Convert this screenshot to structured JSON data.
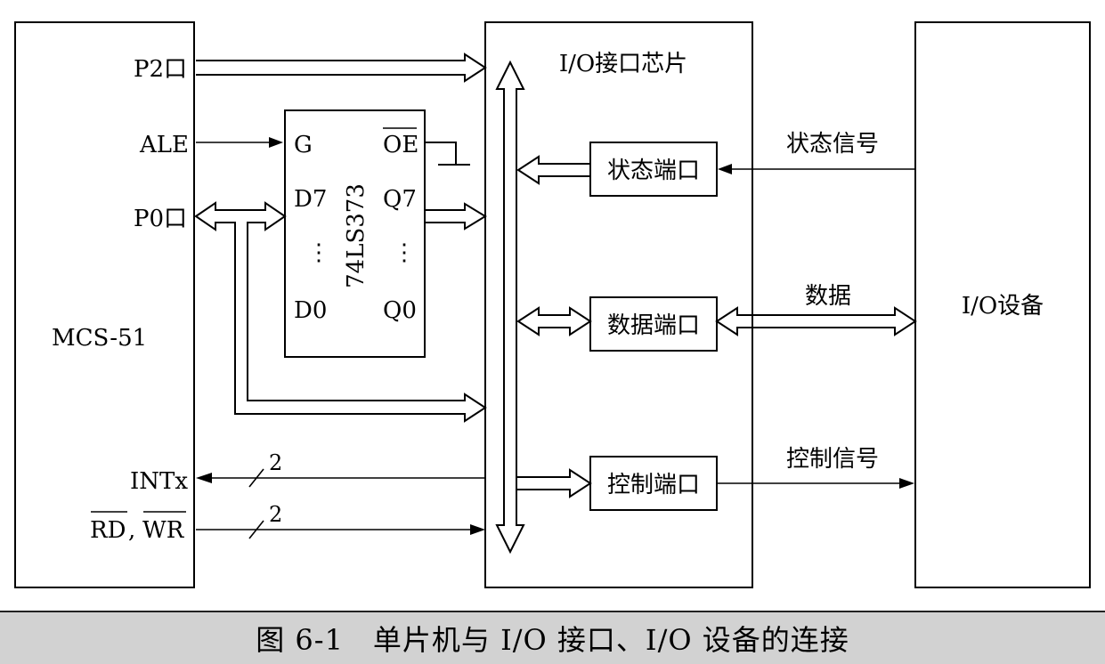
{
  "diagram": {
    "mcu": {
      "label": "MCS-51",
      "p2": "P2口",
      "ale": "ALE",
      "p0": "P0口",
      "intx": "INTx",
      "rd": "RD",
      "comma": ",",
      "wr": "WR"
    },
    "latch": {
      "chip": "74LS373",
      "g": "G",
      "oe": "OE",
      "d7": "D7",
      "q7": "Q7",
      "d0": "D0",
      "q0": "Q0",
      "dots": "⋮"
    },
    "interface": {
      "title": "I/O接口芯片",
      "status_port": "状态端口",
      "data_port": "数据端口",
      "control_port": "控制端口"
    },
    "device": {
      "label": "I/O设备"
    },
    "signals": {
      "status": "状态信号",
      "data": "数据",
      "control": "控制信号",
      "bus_width_1": "2",
      "bus_width_2": "2"
    }
  },
  "caption": "图 6-1　单片机与 I/O 接口、I/O 设备的连接"
}
